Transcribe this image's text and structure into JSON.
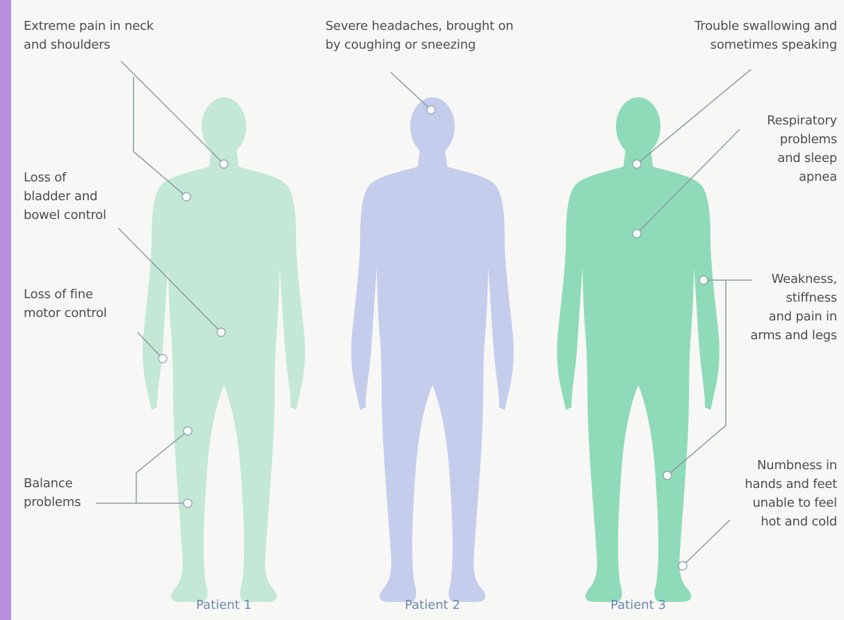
{
  "colors": {
    "left_strip": "#b98ee0",
    "background": "#f7f8f6",
    "patient1_fill": "#c4e8d6",
    "patient2_fill": "#c5cdec",
    "patient3_fill": "#8fdab9",
    "leader_line": "#8a9aa3",
    "caption_text": "#6f86ae"
  },
  "symptoms": {
    "neck_shoulder_pain": "Extreme pain in neck\nand shoulders",
    "bladder_bowel": "Loss of\nbladder and\nbowel control",
    "fine_motor": "Loss of fine\nmotor control",
    "balance": "Balance\nproblems",
    "headaches": "Severe headaches, brought on\nby coughing or sneezing",
    "swallowing": "Trouble swallowing and\nsometimes speaking",
    "respiratory": "Respiratory\nproblems\nand sleep\napnea",
    "weakness": "Weakness,\nstiffness\nand pain in\narms and legs",
    "numbness": "Numbness in\nhands and feet\nunable to feel\nhot and cold"
  },
  "patients": [
    {
      "label": "Patient 1"
    },
    {
      "label": "Patient 2"
    },
    {
      "label": "Patient 3"
    }
  ]
}
